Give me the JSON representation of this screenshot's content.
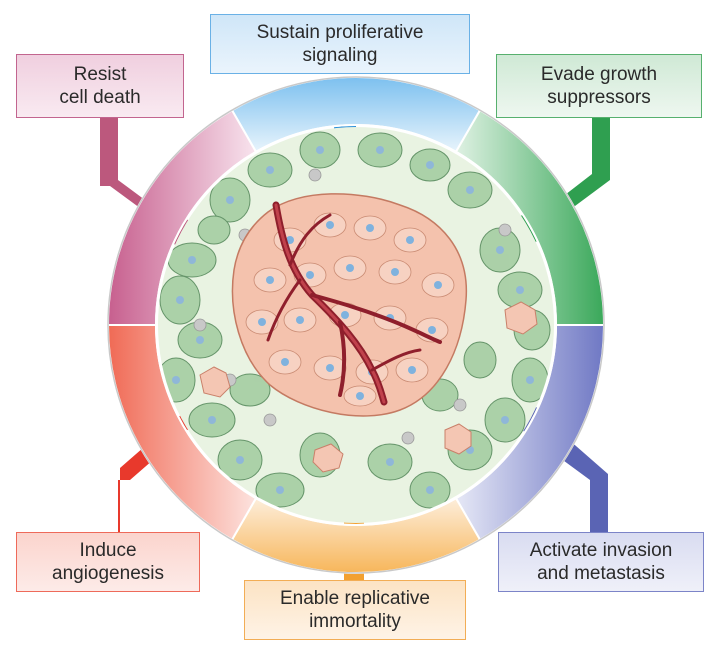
{
  "hallmarks": [
    {
      "id": "proliferative",
      "line1": "Sustain proliferative",
      "line2": "signaling",
      "color": "#2d8fd4"
    },
    {
      "id": "growth",
      "line1": "Evade growth",
      "line2": "suppressors",
      "color": "#2a9a4a"
    },
    {
      "id": "invasion",
      "line1": "Activate invasion",
      "line2": "and metastasis",
      "color": "#5560b0"
    },
    {
      "id": "immortality",
      "line1": "Enable replicative",
      "line2": "immortality",
      "color": "#f0a030"
    },
    {
      "id": "angiogenesis",
      "line1": "Induce",
      "line2": "angiogenesis",
      "color": "#e8332d"
    },
    {
      "id": "death",
      "line1": "Resist",
      "line2": "cell death",
      "color": "#a8386a"
    }
  ]
}
